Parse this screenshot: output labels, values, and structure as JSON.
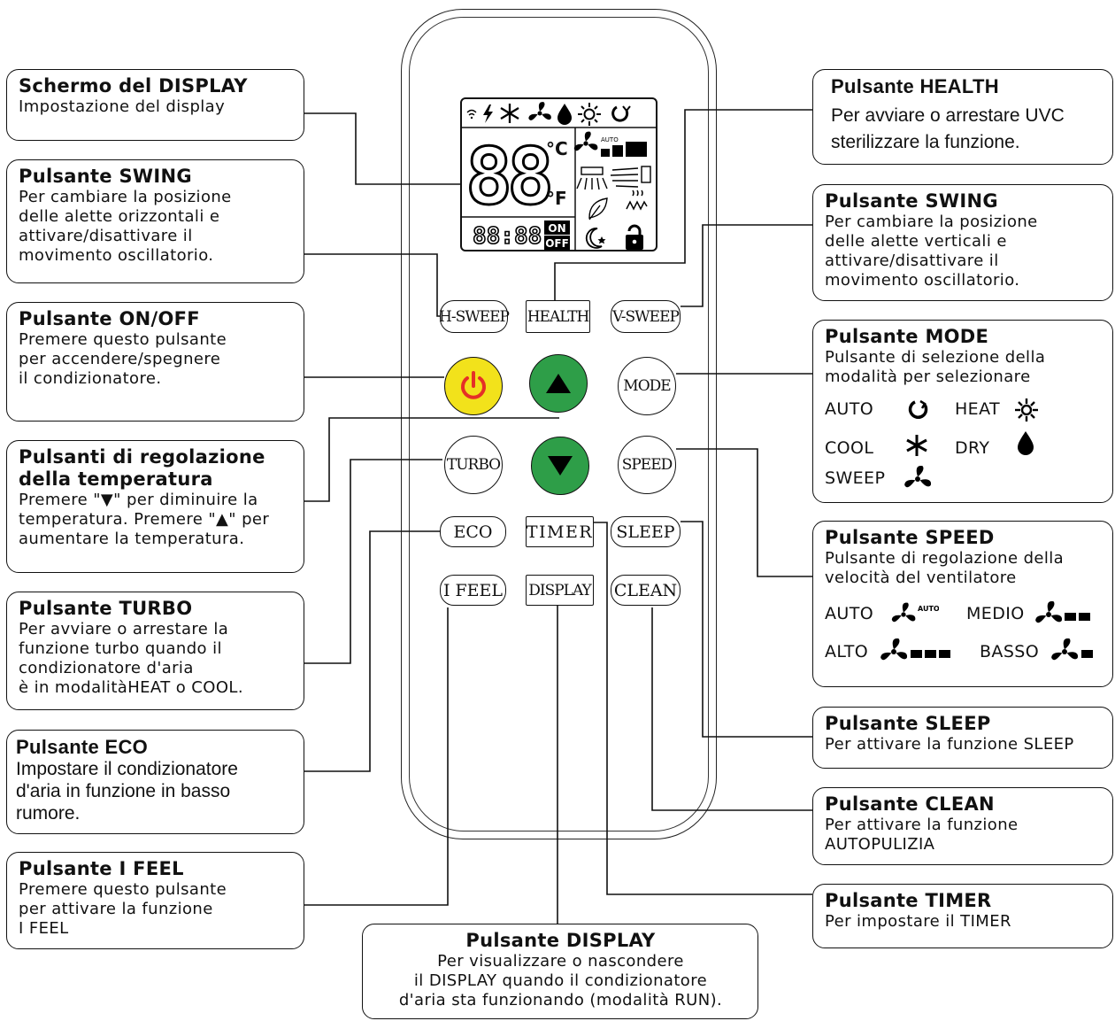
{
  "remote": {
    "lcd": {
      "temp_digits": "88",
      "unit_c": "°C",
      "unit_f": "°F",
      "time_digits": "88:88",
      "on_label": "ON",
      "off_label": "OFF",
      "auto_label": "AUTO"
    },
    "buttons": {
      "h_sweep": "H-SWEEP",
      "health": "HEALTH",
      "v_sweep": "V-SWEEP",
      "mode": "MODE",
      "turbo": "TURBO",
      "speed": "SPEED",
      "eco": "ECO",
      "timer": "TIMER",
      "sleep": "SLEEP",
      "i_feel": "I FEEL",
      "display": "DISPLAY",
      "clean": "CLEAN"
    },
    "button_colors": {
      "power": "#f2e21b",
      "power_icon": "#e53027",
      "temp": "#2e9e48"
    }
  },
  "callouts": {
    "display_screen": {
      "title": "Schermo del DISPLAY",
      "text": "Impostazione del display"
    },
    "swing_h": {
      "title": "Pulsante SWING",
      "text": "Per cambiare la posizione\ndelle alette orizzontali e\nattivare/disattivare il\nmovimento oscillatorio."
    },
    "on_off": {
      "title": "Pulsante ON/OFF",
      "text": "Premere questo pulsante\nper accendere/spegnere\nil condizionatore."
    },
    "temp": {
      "title": "Pulsanti di regolazione\ndella temperatura",
      "text": "Premere \"▼\" per diminuire la\ntemperatura. Premere \"▲\" per\naumentare la temperatura."
    },
    "turbo": {
      "title": "Pulsante TURBO",
      "text": "Per avviare o arrestare la\nfunzione turbo quando il\ncondizionatore d'aria\nè in modalitàHEAT o COOL."
    },
    "eco": {
      "title": "Pulsante  ECO",
      "text": "Impostare il condizionatore\nd'aria in funzione in basso\nrumore."
    },
    "i_feel": {
      "title": "Pulsante I FEEL",
      "text": "Premere questo pulsante\nper attivare la funzione\nI FEEL"
    },
    "display_btn": {
      "title": "Pulsante DISPLAY",
      "text": "Per visualizzare o nascondere\nil DISPLAY quando il condizionatore\nd'aria sta funzionando (modalità RUN)."
    },
    "health": {
      "title": "Pulsante HEALTH",
      "text": "Per avviare o arrestare UVC\nsterilizzare la funzione."
    },
    "swing_v": {
      "title": "Pulsante SWING",
      "text": "Per cambiare la posizione\ndelle alette verticali e\nattivare/disattivare il\nmovimento oscillatorio."
    },
    "mode": {
      "title": "Pulsante MODE",
      "text": "Pulsante di selezione della\nmodalità per selezionare",
      "auto": "AUTO",
      "heat": "HEAT",
      "cool": "COOL",
      "dry": "DRY",
      "sweep": "SWEEP"
    },
    "speed": {
      "title": "Pulsante SPEED",
      "text": "Pulsante di regolazione della\nvelocità del ventilatore",
      "auto": "AUTO",
      "medio": "MEDIO",
      "alto": "ALTO",
      "basso": "BASSO",
      "auto_tag": "AUTO"
    },
    "sleep": {
      "title": "Pulsante SLEEP",
      "text": "Per attivare la funzione SLEEP"
    },
    "clean": {
      "title": "Pulsante CLEAN",
      "text": "Per attivare la funzione\nAUTOPULIZIA"
    },
    "timer": {
      "title": "Pulsante TIMER",
      "text": "Per impostare il TIMER"
    }
  }
}
